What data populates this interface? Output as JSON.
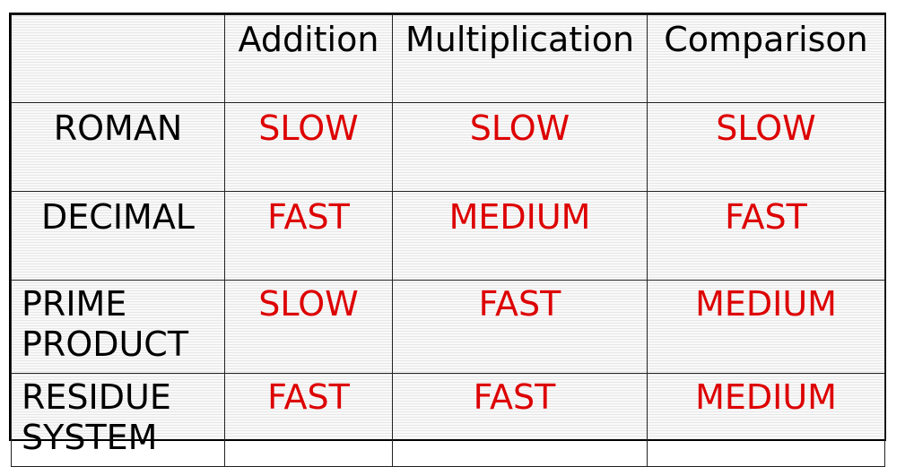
{
  "columns": [
    "",
    "Addition",
    "Multiplication",
    "Comparison"
  ],
  "rows": [
    {
      "label_lines": [
        "ROMAN"
      ],
      "values": [
        "SLOW",
        "SLOW",
        "SLOW"
      ]
    },
    {
      "label_lines": [
        "DECIMAL"
      ],
      "values": [
        "FAST",
        "MEDIUM",
        "FAST"
      ]
    },
    {
      "label_lines": [
        "PRIME",
        "PRODUCT"
      ],
      "values": [
        "SLOW",
        "FAST",
        "MEDIUM"
      ]
    },
    {
      "label_lines": [
        "RESIDUE",
        "SYSTEM"
      ],
      "values": [
        "FAST",
        "FAST",
        "MEDIUM"
      ]
    }
  ],
  "colors": {
    "value_text": "#dd0000",
    "label_text": "#000000",
    "border": "#000000"
  }
}
